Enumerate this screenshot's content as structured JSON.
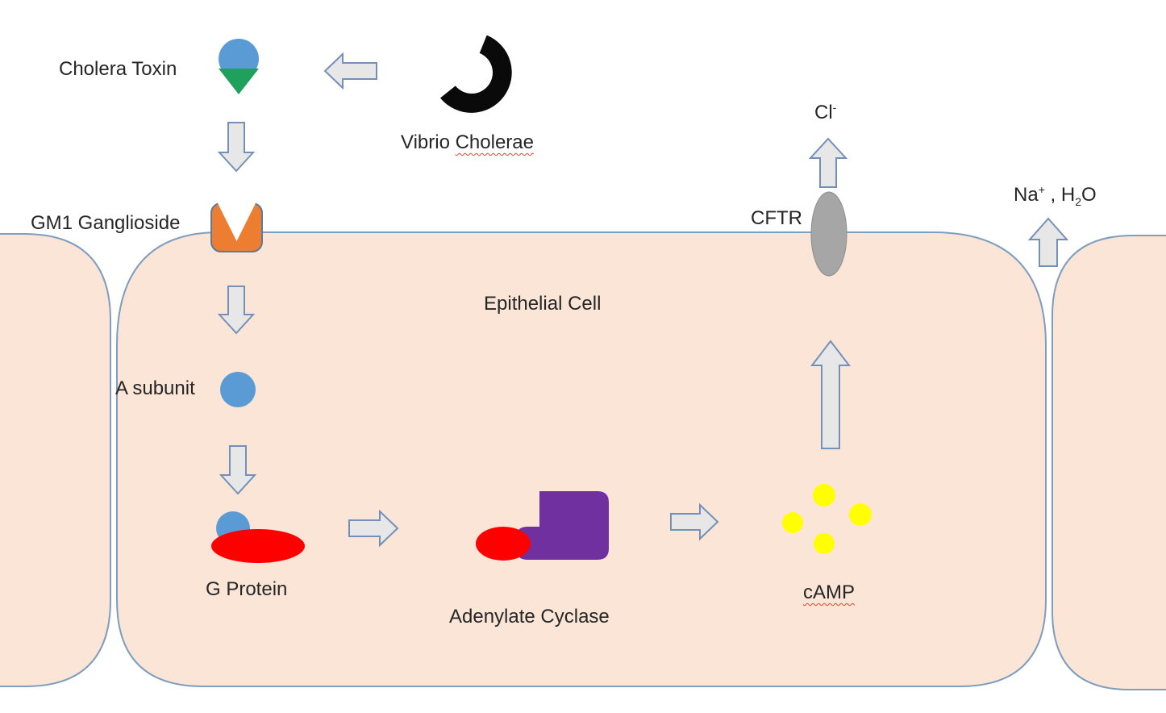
{
  "diagram": {
    "type": "biology-pathway-diagram",
    "subject": "Cholera toxin mechanism of action on an intestinal epithelial cell",
    "labels": {
      "cholera_toxin": "Cholera Toxin",
      "vibrio_word1": "Vibrio ",
      "vibrio_word2": "Cholerae",
      "gm1": "GM1 Ganglioside",
      "epithelial_cell": "Epithelial Cell",
      "a_subunit": "A subunit",
      "g_protein": "G Protein",
      "adenylate_cyclase": "Adenylate Cyclase",
      "camp": "cAMP",
      "cftr": "CFTR",
      "cl_base": "Cl",
      "cl_sup": "-",
      "na_p1": "Na",
      "na_sup": "+",
      "na_p2": " , H",
      "na_sub": "2",
      "na_p3": "O"
    },
    "colors": {
      "background": "#FFFFFF",
      "cell_fill": "#FBE5D6",
      "cell_outline": "#7E9DBF",
      "arrow_fill": "#E7E7E7",
      "arrow_outline": "#7590B8",
      "toxin_blue": "#5B9BD5",
      "toxin_green": "#1FA15D",
      "gm1_orange": "#ED7D31",
      "a_subunit_blue": "#5B9BD5",
      "g_protein_red": "#FF0000",
      "adenylate_purple": "#7030A0",
      "camp_yellow": "#FFFF00",
      "cftr_gray": "#A6A6A6",
      "vibrio_black": "#0A0A0A",
      "text": "#262626",
      "spellcheck_squiggle": "#E8442F"
    },
    "connections": [
      {
        "from": "Vibrio Cholerae",
        "to": "Cholera Toxin",
        "direction": "left"
      },
      {
        "from": "Cholera Toxin",
        "to": "GM1 Ganglioside",
        "direction": "down"
      },
      {
        "from": "GM1 Ganglioside",
        "to": "A subunit",
        "direction": "down"
      },
      {
        "from": "A subunit",
        "to": "G Protein",
        "direction": "down"
      },
      {
        "from": "G Protein",
        "to": "Adenylate Cyclase",
        "direction": "right"
      },
      {
        "from": "Adenylate Cyclase",
        "to": "cAMP",
        "direction": "right"
      },
      {
        "from": "cAMP",
        "to": "CFTR",
        "direction": "up"
      },
      {
        "from": "CFTR",
        "to": "Cl-",
        "direction": "up"
      },
      {
        "from": "cell junction",
        "to": "Na+ , H2O",
        "direction": "up"
      }
    ]
  }
}
